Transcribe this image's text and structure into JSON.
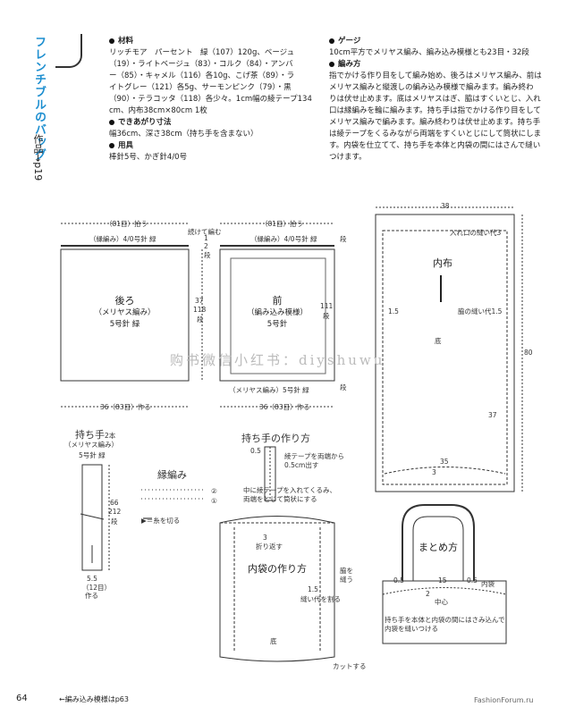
{
  "header": {
    "title": "フレンチブルのバッグ",
    "work_ref": "作品→p19"
  },
  "materials": {
    "heading": "材料",
    "lines": [
      "リッチモア　パーセント　緑（107）120g、ベージュ",
      "（19）・ライトベージュ（83）・コルク（84）・アンバ",
      "ー（85）・キャメル（116）各10g、こげ茶（89）・ラ",
      "イトグレー（121）各5g、サーモンピンク（79）・黒",
      "（90）・テラコッタ（118）各少々。1cm幅の綾テープ134",
      "cm、内布38cm×80cm 1枚"
    ]
  },
  "finished_size": {
    "heading": "できあがり寸法",
    "text": "幅36cm、深さ38cm（持ち手を含まない）"
  },
  "tools": {
    "heading": "用具",
    "text": "棒針5号、かぎ針4/0号"
  },
  "gauge": {
    "heading": "ゲージ",
    "text": "10cm平方でメリヤス編み、編み込み模様とも23目・32段"
  },
  "method": {
    "heading": "編み方",
    "lines": [
      "指でかける作り目をして編み始め、後ろはメリヤス編み、前は",
      "メリヤス編みと縦渡しの編み込み模様で編みます。編み終わ",
      "りは伏せ止めます。底はメリヤスはぎ、脇はすくいとじ、入れ",
      "口は縁編みを輪に編みます。持ち手は指でかける作り目をして",
      "メリヤス編みで編みます。編み終わりは伏せ止めます。持ち手",
      "は綾テープをくるみながら両端をすくいとじにして筒状にしま",
      "す。内袋を仕立てて、持ち手を本体と内袋の間にはさんで縫い",
      "つけます。"
    ]
  },
  "back": {
    "top_count": "（81目）拾う",
    "edge": "（縁編み）4/0号針 緑",
    "name": "後ろ",
    "type": "（メリヤス編み）",
    "needle": "5号針 緑",
    "bottom": "36（83目）作る"
  },
  "front": {
    "top_count": "（81目）拾う",
    "continue": "続けて編む",
    "edge": "（縁編み）4/0号針 緑",
    "rows_a": "1",
    "rows_b": "2",
    "rows_c": "段",
    "rows_d": "段",
    "name": "前",
    "type": "（編み込み模様）",
    "needle": "5号針",
    "side_h": "37",
    "side_rows": "118",
    "side_unit": "段",
    "inner_h": "111",
    "inner_unit": "段",
    "bottom_edge": "（メリヤス編み）5号針 緑",
    "bottom": "36（83目）作る",
    "br_rows": "段"
  },
  "lining": {
    "width": "38",
    "opening": "入れ口の縫い代3",
    "name": "内布",
    "left_sa": "1.5",
    "side_sa": "脇の縫い代1.5",
    "height": "80",
    "bottom_label": "底",
    "right_dim": "37",
    "inner_w": "35",
    "bottom_sa": "3"
  },
  "handle": {
    "title": "持ち手",
    "count": "2本",
    "type": "（メリヤス編み）",
    "needle": "5号針 緑",
    "len": "66",
    "rows": "212",
    "unit": "段",
    "w": "5.5",
    "st": "（12目）",
    "make": "作る"
  },
  "edging": {
    "title": "縁編み",
    "r2": "②",
    "r1": "①",
    "legend": "▶＝糸を切る"
  },
  "handle_make": {
    "title": "持ち手の作り方",
    "dim": "0.5",
    "note1": "綾テープを両端から",
    "note2": "0.5cm出す",
    "note3": "中に綾テープを入れてくるみ、",
    "note4": "両端をとじて筒状にする"
  },
  "inner_bag": {
    "fold": "3",
    "fold_label": "折り返す",
    "title": "内袋の作り方",
    "side_sew1": "脇を",
    "side_sew2": "縫う",
    "sa_dim": "1.5",
    "sa_label": "縫い代を割る",
    "bottom": "底",
    "cut": "カットする"
  },
  "assembly": {
    "title": "まとめ方",
    "d1": "0.5",
    "d2": "15",
    "d3": "0.5",
    "d4": "2",
    "center": "中心",
    "lining_label": "内袋",
    "note1": "持ち手を本体と内袋の間にはさみ込んで",
    "note2": "内袋を縫いつける"
  },
  "watermark": "购书微信小红书：diyshuwu",
  "footer": {
    "page": "64",
    "ref": "←編み込み模様はp63"
  },
  "site": "FashionForum.ru"
}
